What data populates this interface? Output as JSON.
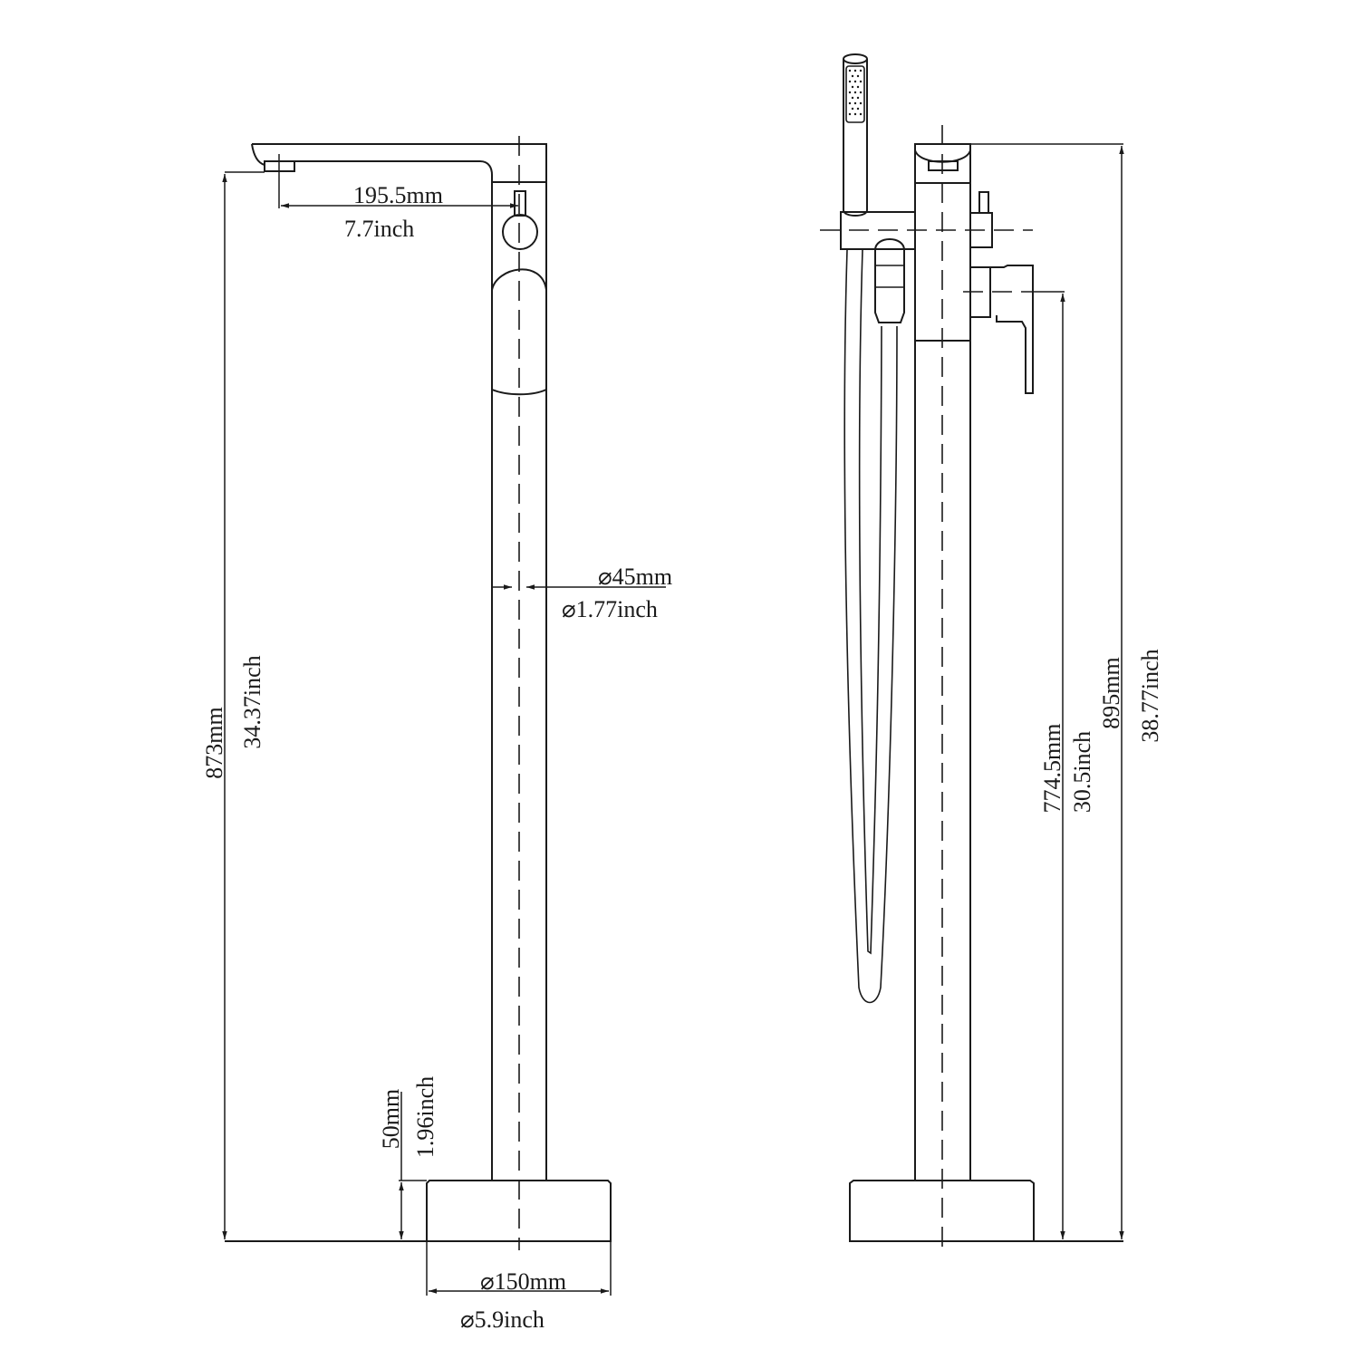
{
  "drawing": {
    "title": "Freestanding Tub Faucet Dimension Drawing",
    "line_color": "#1a1a1a",
    "background": "#ffffff"
  },
  "front_view": {
    "spout_reach": {
      "mm": "195.5mm",
      "inch": "7.7inch"
    },
    "spout_height": {
      "mm": "873mm",
      "inch": "34.37inch"
    },
    "pipe_diameter": {
      "mm": "⌀45mm",
      "inch": "⌀1.77inch"
    },
    "base_height": {
      "mm": "50mm",
      "inch": "1.96inch"
    },
    "base_diameter": {
      "mm": "⌀150mm",
      "inch": "⌀5.9inch"
    }
  },
  "side_view": {
    "handle_height": {
      "mm": "774.5mm",
      "inch": "30.5inch"
    },
    "total_height": {
      "mm": "895mm",
      "inch": "38.77inch"
    }
  }
}
